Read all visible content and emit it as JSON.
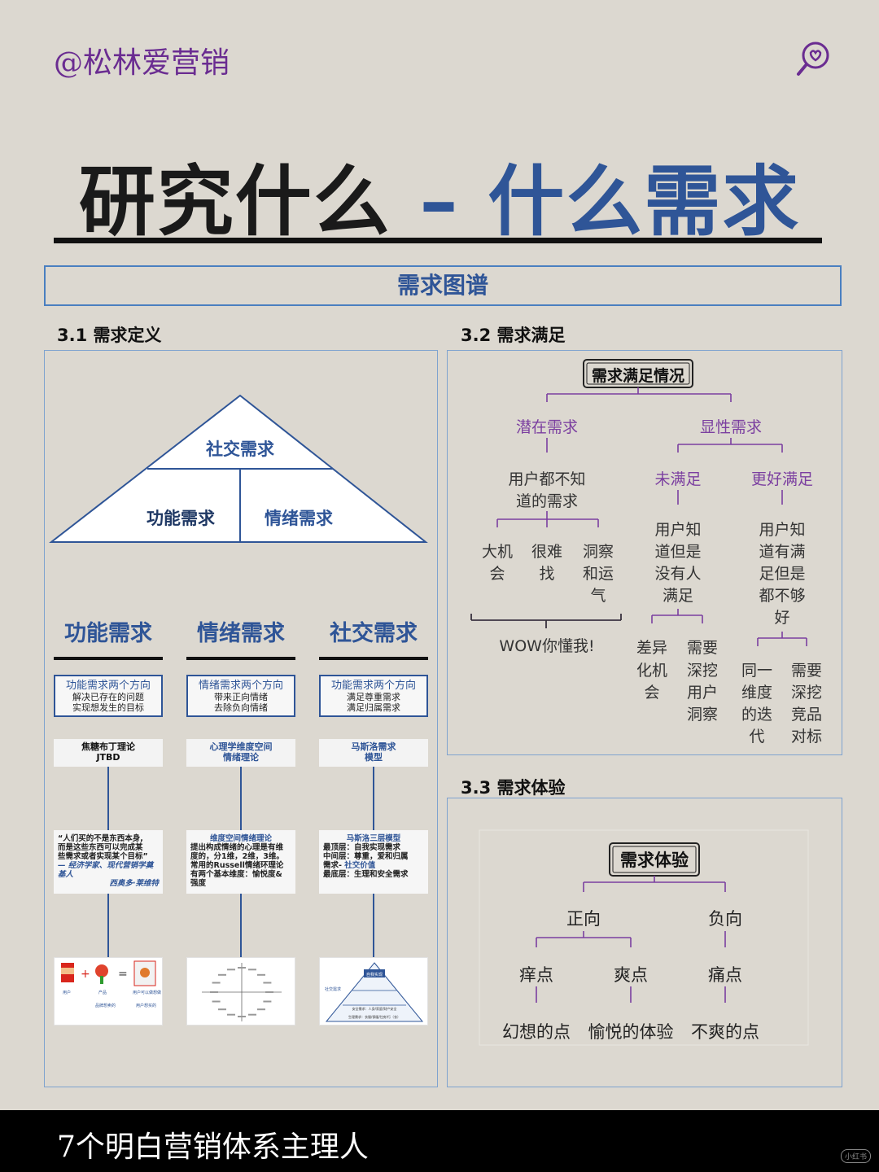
{
  "header": {
    "handle": "@松林爱营销",
    "logo_icon": "search-heart-icon"
  },
  "title": {
    "part1": "研究什么",
    "sep": " – ",
    "part2": "什么需求"
  },
  "banner": "需求图谱",
  "colors": {
    "accent": "#2f5597",
    "purple": "#7b3fa0",
    "background": "#dcd8d0"
  },
  "s31": {
    "heading": "3.1 需求定义",
    "pyramid": {
      "top": "社交需求",
      "left": "功能需求",
      "right": "情绪需求"
    },
    "columns": [
      {
        "title": "功能需求",
        "dir_head": "功能需求两个方向",
        "dir_lines": [
          "解决已存在的问题",
          "实现想发生的目标"
        ],
        "theory": [
          "焦糖布丁理论",
          "JTBD"
        ],
        "card_head": "",
        "card_lines": [
          "“人们买的不是东西本身,",
          "而是这些东西可以完成某",
          "些需求或者实现某个目标”"
        ],
        "card_italic": [
          "— 经济学家、现代营销学奠基人",
          "西奥多·莱维特"
        ],
        "image_labels": [
          "用户",
          "产品",
          "品牌想卖的",
          "用户可以做想做",
          "用户想买的"
        ]
      },
      {
        "title": "情绪需求",
        "dir_head": "情绪需求两个方向",
        "dir_lines": [
          "带来正向情绪",
          "去除负向情绪"
        ],
        "theory": [
          "心理学维度空间",
          "情绪理论"
        ],
        "card_head": "维度空间情绪理论",
        "card_lines": [
          "提出构成情绪的心理是有维",
          "度的，分1维，2维，3维。",
          "常用的Russell情绪环理论",
          "有两个基本维度：愉悦度&",
          "强度"
        ],
        "card_italic": [],
        "image_labels": []
      },
      {
        "title": "社交需求",
        "dir_head": "功能需求两个方向",
        "dir_lines": [
          "满足尊重需求",
          "满足归属需求"
        ],
        "theory": [
          "马斯洛需求",
          "模型"
        ],
        "card_head": "马斯洛三层模型",
        "card_lines": [
          "最顶层：自我实现需求",
          "中间层：尊重，爱和归属",
          "最底层：生理和安全需求"
        ],
        "card_mid": [
          "需求- ",
          "社交价值"
        ],
        "card_italic": [],
        "image_labels": [
          "自我实现",
          "社交需求",
          "安全需求：人身/家庭/财产安全",
          "生理需求：衣服/保暖/住房/行（衣）"
        ]
      }
    ]
  },
  "s32": {
    "heading": "3.2 需求满足",
    "root": "需求满足情况",
    "latent": "潜在需求",
    "explicit": "显性需求",
    "latent_desc": [
      "用户都不知",
      "道的需求"
    ],
    "latent_kids": [
      [
        "大机",
        "会"
      ],
      [
        "很难",
        "找"
      ],
      [
        "洞察",
        "和运",
        "气"
      ]
    ],
    "wow": "WOW你懂我!",
    "unmet": "未满足",
    "better": "更好满足",
    "unmet_desc": [
      "用户知",
      "道但是",
      "没有人",
      "满足"
    ],
    "better_desc": [
      "用户知",
      "道有满",
      "足但是",
      "都不够",
      "好"
    ],
    "unmet_kids": [
      [
        "差异",
        "化机",
        "会"
      ],
      [
        "需要",
        "深挖",
        "用户",
        "洞察"
      ]
    ],
    "better_kids": [
      [
        "同一",
        "维度",
        "的迭",
        "代"
      ],
      [
        "需要",
        "深挖",
        "竞品",
        "对标"
      ]
    ]
  },
  "s33": {
    "heading": "3.3 需求体验",
    "root": "需求体验",
    "pos": "正向",
    "neg": "负向",
    "itch": "痒点",
    "joy": "爽点",
    "pain": "痛点",
    "itch_desc": "幻想的点",
    "joy_desc": "愉悦的体验",
    "pain_desc": "不爽的点"
  },
  "footer": {
    "text": "7个明白营销体系主理人",
    "watermark": "小红书"
  }
}
